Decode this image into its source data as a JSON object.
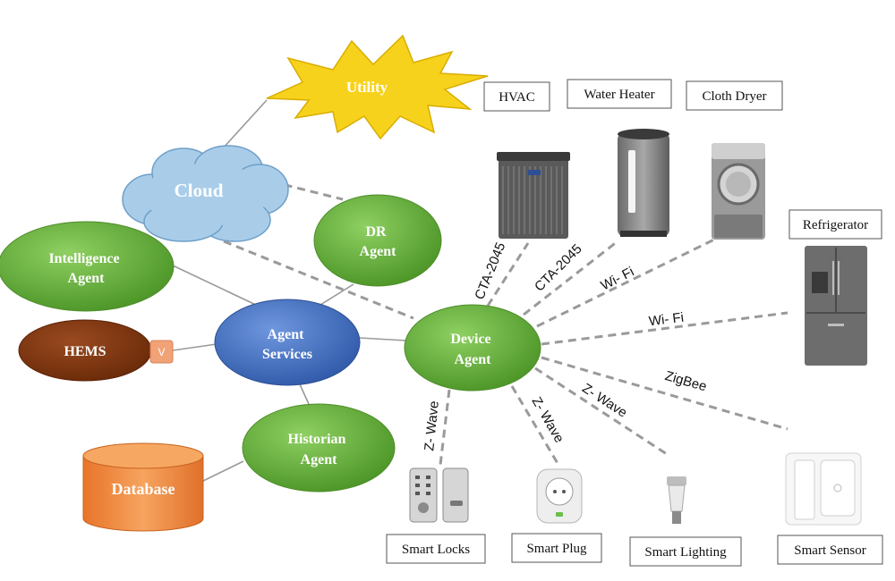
{
  "nodes": {
    "utility": "Utility",
    "cloud": "Cloud",
    "dr_agent": [
      "DR",
      "Agent"
    ],
    "intelligence_agent": [
      "Intelligence",
      "Agent"
    ],
    "agent_services": [
      "Agent",
      "Services"
    ],
    "hems": "HEMS",
    "v_badge": "V",
    "device_agent": [
      "Device",
      "Agent"
    ],
    "historian_agent": [
      "Historian",
      "Agent"
    ],
    "database": "Database"
  },
  "devices": {
    "hvac": "HVAC",
    "water_heater": "Water Heater",
    "cloth_dryer": "Cloth Dryer",
    "refrigerator": "Refrigerator",
    "smart_locks": "Smart Locks",
    "smart_plug": "Smart Plug",
    "smart_lighting": "Smart Lighting",
    "smart_sensor": "Smart Sensor"
  },
  "protocols": {
    "hvac": "CTA-2045",
    "water_heater": "CTA-2045",
    "cloth_dryer": "Wi- Fi",
    "refrigerator": "Wi- Fi",
    "smart_sensor": "ZigBee",
    "smart_lighting": "Z- Wave",
    "smart_plug": "Z- Wave",
    "smart_locks": "Z- Wave"
  },
  "colors": {
    "green_node": "#5fa832",
    "blue_node": "#3f6cc0",
    "hems_brown": "#7a3410",
    "cloud_fill": "#a9cde9",
    "utility_fill": "#f7d21c",
    "database_fill": "#f08a3a",
    "v_badge": "#f1a277"
  }
}
